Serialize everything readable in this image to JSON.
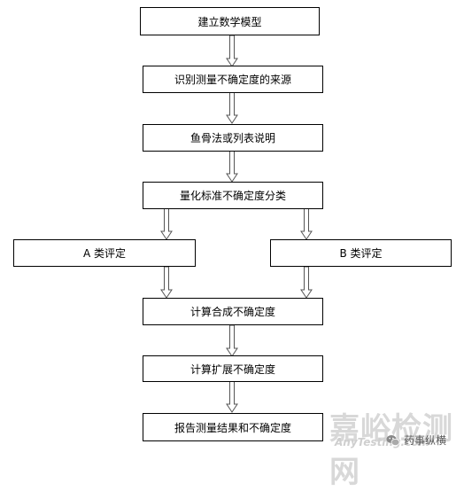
{
  "steps": {
    "step1": "建立数学模型",
    "step2": "识别测量不确定度的来源",
    "step3": "鱼骨法或列表说明",
    "step4": "量化标准不确定度分类",
    "step5a": "A 类评定",
    "step5b": "B 类评定",
    "step6": "计算合成不确定度",
    "step7": "计算扩展不确定度",
    "step8": "报告测量结果和不确定度"
  },
  "watermark": {
    "chinese": "嘉峪检测网",
    "english": "AnyTesting.com",
    "brand": "药事纵横",
    "brand_icon": "wechat-icon"
  }
}
